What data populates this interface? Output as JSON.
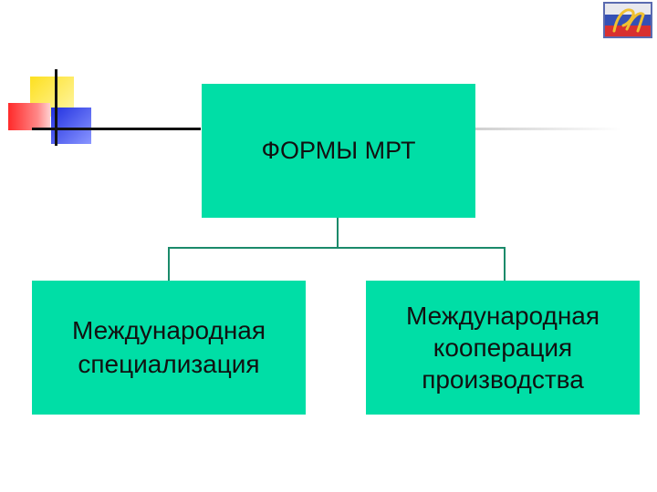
{
  "diagram": {
    "root": {
      "label": "ФОРМЫ МРТ"
    },
    "children": [
      {
        "label": "Международная специализация",
        "lines": [
          "Международная",
          "специализация"
        ]
      },
      {
        "label": "Международная кооперация производства",
        "lines": [
          "Международная",
          "кооперация",
          "производства"
        ]
      }
    ]
  },
  "colors": {
    "box_fill": "#00dea6",
    "connector": "#1a8a6a",
    "decoration": [
      "#fde020",
      "#ff2a2a",
      "#2030e0"
    ]
  },
  "icons": {
    "corner_logo": "emblem-logo-icon"
  }
}
